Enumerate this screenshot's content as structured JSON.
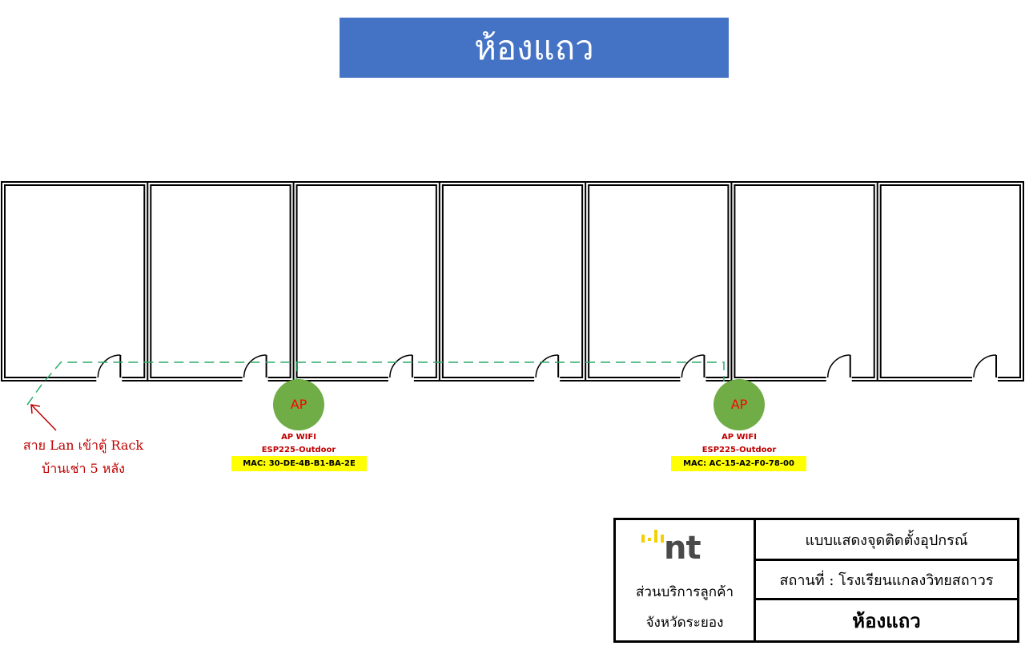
{
  "header": {
    "title": "ห้องแถว"
  },
  "rooms": {
    "count": 7
  },
  "access_points": [
    {
      "circle_text": "AP",
      "type_label": "AP WIFI",
      "model": "ESP225-Outdoor",
      "mac": "MAC: 30-DE-4B-B1-BA-2E"
    },
    {
      "circle_text": "AP",
      "type_label": "AP WIFI",
      "model": "ESP225-Outdoor",
      "mac": "MAC: AC-15-A2-F0-78-00"
    }
  ],
  "lan_note": {
    "line1": "สาย Lan เข้าตู้ Rack",
    "line2": "บ้านเช่า 5 หลัง"
  },
  "title_block": {
    "logo_text": "nt",
    "dept_line1": "ส่วนบริการลูกค้า",
    "dept_line2": "จังหวัดระยอง",
    "drawing_title": "แบบแสดงจุดติดตั้งอุปกรณ์",
    "location": "สถานที่ : โรงเรียนแกลงวิทยสถาวร",
    "sheet_name": "ห้องแถว"
  },
  "colors": {
    "banner": "#4472C4",
    "ap_circle": "#70AD47",
    "ap_text": "#FF0000",
    "label_red": "#C00000",
    "mac_highlight": "#FFFF00",
    "lan_cable": "#2EAD6A",
    "logo_yellow": "#F5D000",
    "logo_gray": "#4a4a4a"
  }
}
